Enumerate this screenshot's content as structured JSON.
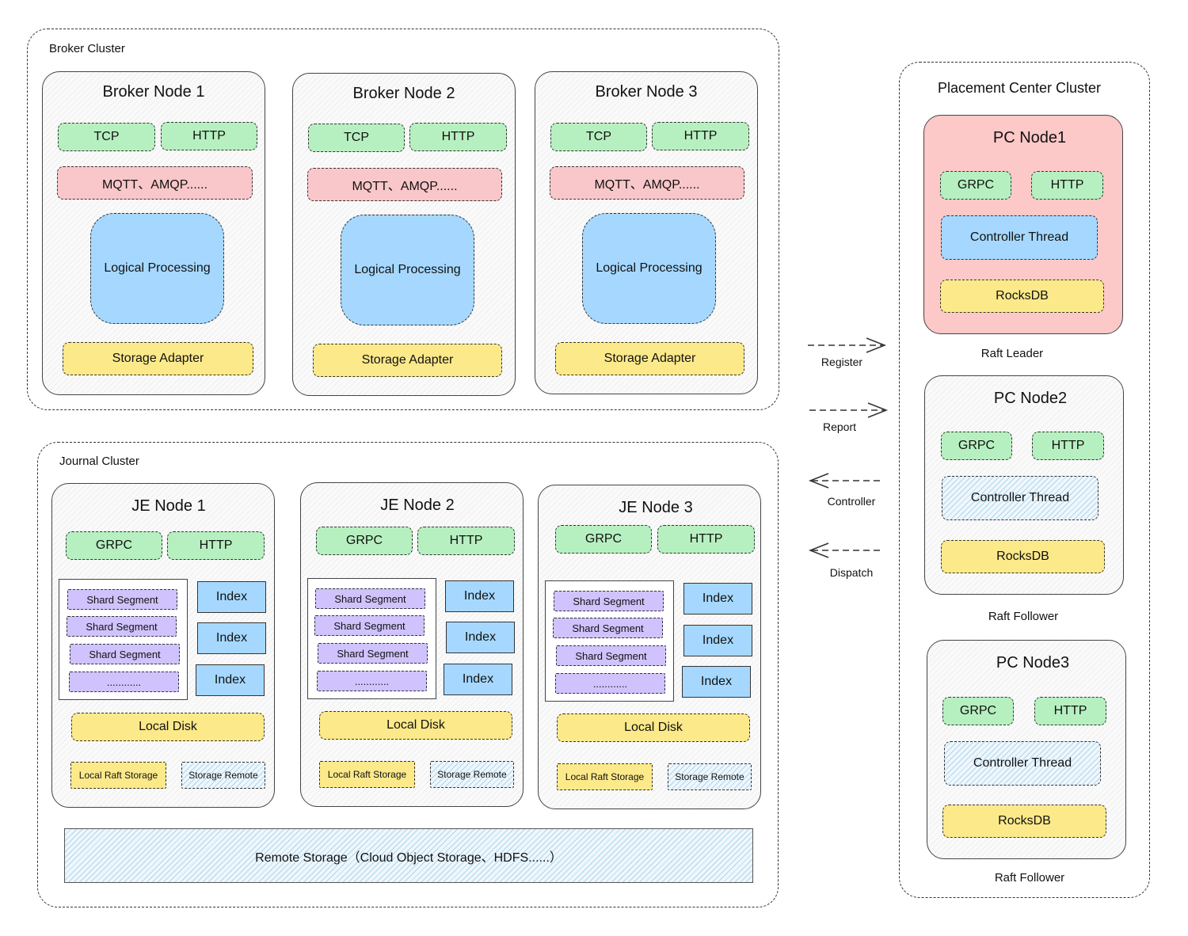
{
  "broker_cluster": {
    "label": "Broker Cluster",
    "nodes": [
      {
        "title": "Broker Node 1",
        "tcp": "TCP",
        "http": "HTTP",
        "protocols": "MQTT、AMQP......",
        "logic": "Logical Processing",
        "storage": "Storage Adapter"
      },
      {
        "title": "Broker Node 2",
        "tcp": "TCP",
        "http": "HTTP",
        "protocols": "MQTT、AMQP......",
        "logic": "Logical Processing",
        "storage": "Storage Adapter"
      },
      {
        "title": "Broker Node 3",
        "tcp": "TCP",
        "http": "HTTP",
        "protocols": "MQTT、AMQP......",
        "logic": "Logical Processing",
        "storage": "Storage Adapter"
      }
    ]
  },
  "journal_cluster": {
    "label": "Journal Cluster",
    "nodes": [
      {
        "title": "JE Node 1",
        "grpc": "GRPC",
        "http": "HTTP",
        "segments": [
          "Shard Segment",
          "Shard Segment",
          "Shard Segment",
          "............"
        ],
        "indexes": [
          "Index",
          "Index",
          "Index"
        ],
        "local_disk": "Local Disk",
        "local_raft": "Local  Raft Storage",
        "storage_remote": "Storage Remote"
      },
      {
        "title": "JE Node 2",
        "grpc": "GRPC",
        "http": "HTTP",
        "segments": [
          "Shard Segment",
          "Shard Segment",
          "Shard Segment",
          "............"
        ],
        "indexes": [
          "Index",
          "Index",
          "Index"
        ],
        "local_disk": "Local Disk",
        "local_raft": "Local  Raft Storage",
        "storage_remote": "Storage Remote"
      },
      {
        "title": "JE Node 3",
        "grpc": "GRPC",
        "http": "HTTP",
        "segments": [
          "Shard Segment",
          "Shard Segment",
          "Shard Segment",
          "............"
        ],
        "indexes": [
          "Index",
          "Index",
          "Index"
        ],
        "local_disk": "Local Disk",
        "local_raft": "Local  Raft Storage",
        "storage_remote": "Storage Remote"
      }
    ],
    "remote_storage": "Remote Storage（Cloud Object Storage、HDFS......）"
  },
  "arrows": {
    "register": "Register",
    "report": "Report",
    "controller": "Controller",
    "dispatch": "Dispatch"
  },
  "placement_cluster": {
    "label": "Placement Center Cluster",
    "nodes": [
      {
        "title": "PC Node1",
        "grpc": "GRPC",
        "http": "HTTP",
        "controller": "Controller Thread",
        "db": "RocksDB",
        "role": "Raft Leader"
      },
      {
        "title": "PC Node2",
        "grpc": "GRPC",
        "http": "HTTP",
        "controller": "Controller Thread",
        "db": "RocksDB",
        "role": "Raft Follower"
      },
      {
        "title": "PC Node3",
        "grpc": "GRPC",
        "http": "HTTP",
        "controller": "Controller Thread",
        "db": "RocksDB",
        "role": "Raft Follower"
      }
    ]
  },
  "colors": {
    "green": "#b7f0c0",
    "pink": "#f9c7c9",
    "blue": "#a6d8ff",
    "yellow": "#fce98a",
    "purple": "#d0c2fc",
    "leader_fill": "#fdc8c8"
  }
}
